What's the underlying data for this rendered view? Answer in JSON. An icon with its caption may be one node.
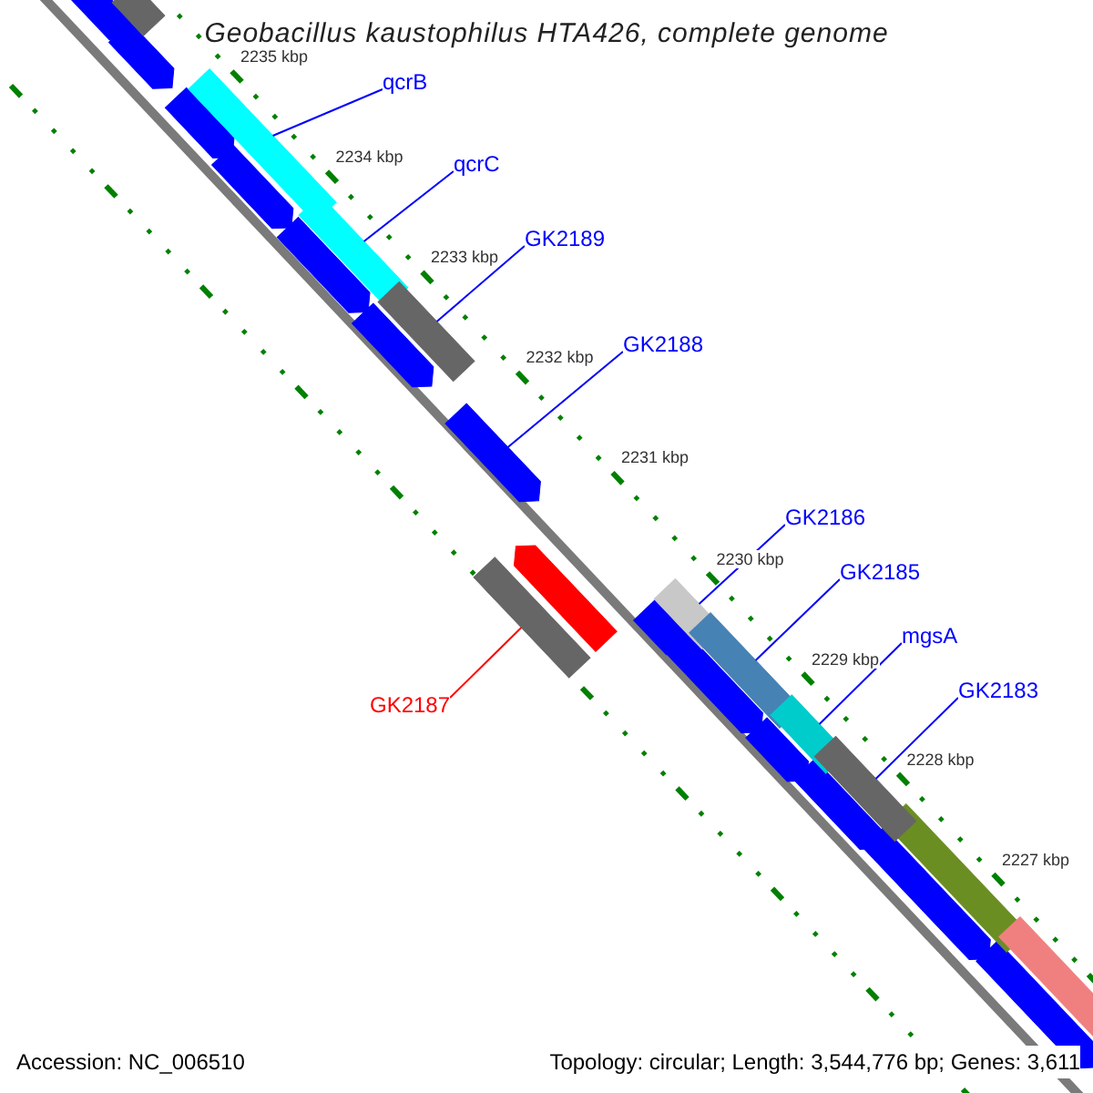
{
  "diagram": {
    "title": "Geobacillus kaustophilus HTA426, complete genome",
    "nodes": [
      {
        "text": [
          "qcrB"
        ]
      },
      {
        "text": [
          "qcrC"
        ]
      },
      {
        "text": [
          "GK2189"
        ]
      },
      {
        "text": [
          "GK2188"
        ]
      },
      {
        "text": [
          "GK2186"
        ]
      },
      {
        "text": [
          "GK2185"
        ]
      },
      {
        "text": [
          "mgsA"
        ]
      },
      {
        "text": [
          "GK2183"
        ]
      },
      {
        "text": [
          "GK2187"
        ]
      }
    ],
    "edges": [
      {
        "from": 0,
        "to": null,
        "arrow": "none"
      },
      {
        "from": 1,
        "to": null,
        "arrow": "none"
      },
      {
        "from": 2,
        "to": null,
        "arrow": "none"
      },
      {
        "from": 3,
        "to": null,
        "arrow": "none"
      },
      {
        "from": 4,
        "to": null,
        "arrow": "none"
      },
      {
        "from": 5,
        "to": null,
        "arrow": "none"
      },
      {
        "from": 6,
        "to": null,
        "arrow": "none"
      },
      {
        "from": 7,
        "to": null,
        "arrow": "none"
      },
      {
        "from": 8,
        "to": null,
        "arrow": "none",
        "color": "#ff0000"
      }
    ],
    "labels": [
      "2235 kbp",
      "2234 kbp",
      "2233 kbp",
      "2232 kbp",
      "2231 kbp",
      "2230 kbp",
      "2229 kbp",
      "2228 kbp",
      "2227 kbp",
      "Accession: NC_006510",
      "Topology: circular; Length: 3,544,776 bp; Genes: 3,611"
    ]
  }
}
